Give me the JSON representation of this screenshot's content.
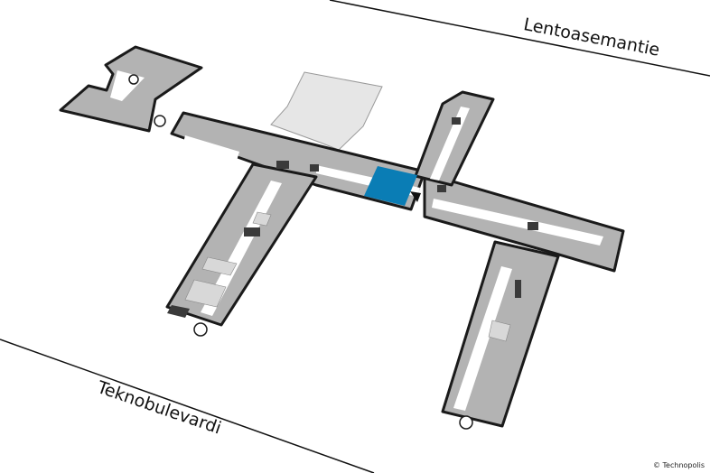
{
  "map": {
    "streets": [
      {
        "name": "Lentoasemantie"
      },
      {
        "name": "Teknobulevardi"
      }
    ],
    "copyright": "© Technopolis",
    "colors": {
      "building_fill": "#b3b3b3",
      "corridor": "#ffffff",
      "outline": "#1a1a1a",
      "highlight": "#0a7db5",
      "neighbor_building": "#e6e6e6",
      "dark_room": "#3a3a3a"
    },
    "highlighted_area": "selected-space",
    "you_are_here_icon": "location-arrow-icon",
    "entrance_icon": "entrance-icon"
  }
}
